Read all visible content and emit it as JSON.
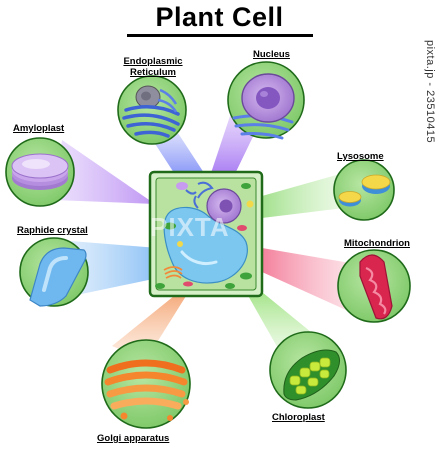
{
  "title": "Plant Cell",
  "labels": {
    "nucleus": "Nucleus",
    "er_line1": "Endoplasmic",
    "er_line2": "Reticulum",
    "amyloplast": "Amyloplast",
    "lysosome": "Lysosome",
    "raphide": "Raphide crystal",
    "mitochondrion": "Mitochondrion",
    "golgi": "Golgi apparatus",
    "chloroplast": "Chloroplast"
  },
  "watermark": "pixta.jp - 23510415",
  "overlay_mark": "PIXTA",
  "colors": {
    "circle_fill": "#8fd37a",
    "circle_stroke": "#1f6b1a",
    "cell_wall": "#2e8b2e",
    "cytoplasm": "#b9e2a0",
    "vacuole": "#7cc7ef",
    "nucleus": "#b08ad6",
    "amyloplast_ray": "#a86ff0",
    "er_ray": "#7a8ef5",
    "nucleus_ray": "#a06ff2",
    "lysosome_ray": "#aee79a",
    "raphide_ray": "#8ec2f5",
    "mito_ray": "#f58aa3",
    "chloro_ray": "#a8e68c",
    "golgi_ray": "#f7b58a"
  }
}
